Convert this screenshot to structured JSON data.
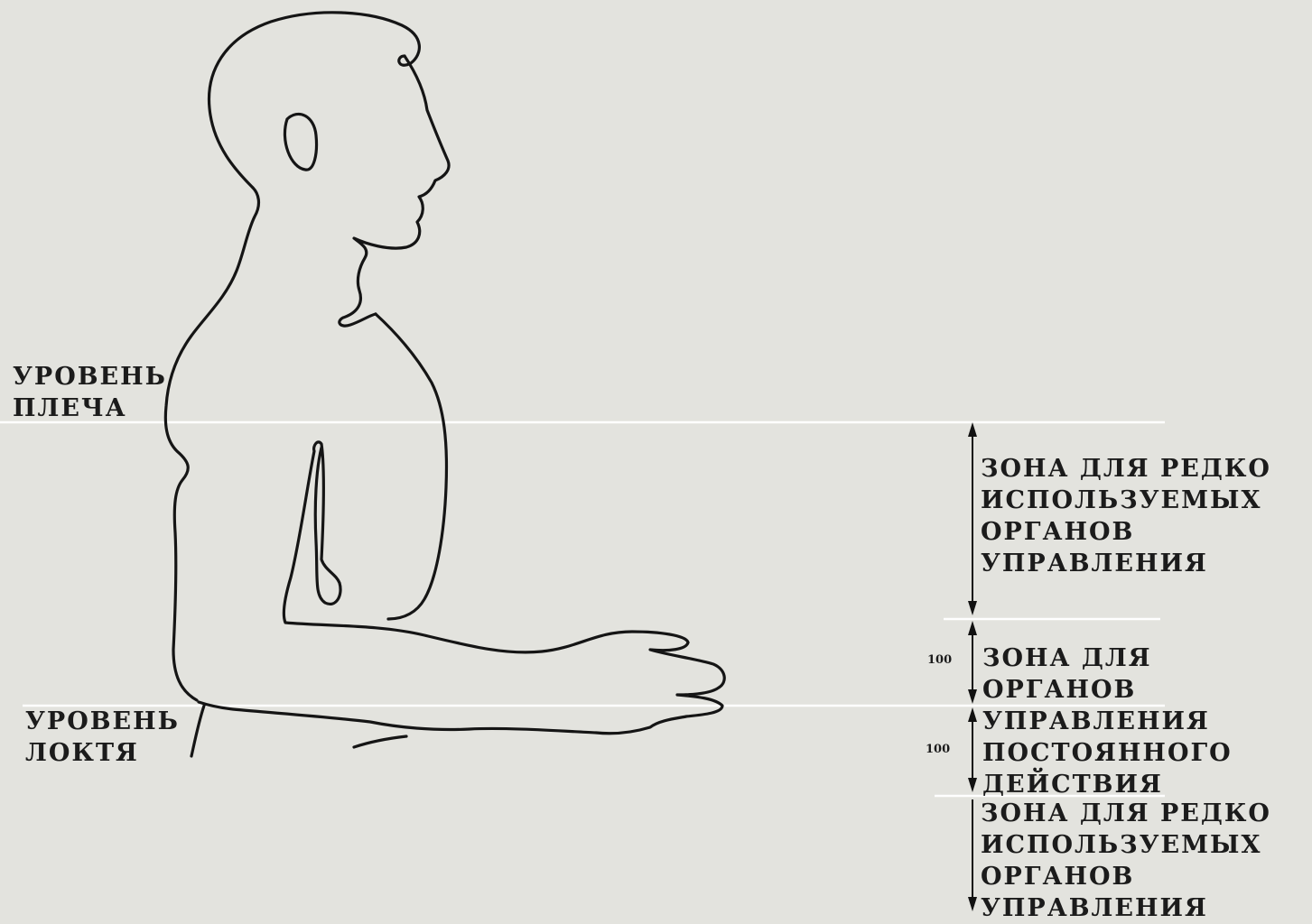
{
  "levels": {
    "shoulder": "УРОВЕНЬ\nПЛЕЧА",
    "elbow": "УРОВЕНЬ\nЛОКТЯ"
  },
  "zones": {
    "upper": "ЗОНА ДЛЯ РЕДКО\nИСПОЛЬЗУЕМЫХ\nОРГАНОВ\nУПРАВЛЕНИЯ",
    "middle": "ЗОНА ДЛЯ ОРГАНОВ\nУПРАВЛЕНИЯ\nПОСТОЯННОГО\nДЕЙСТВИЯ",
    "lower": "ЗОНА ДЛЯ РЕДКО\nИСПОЛЬЗУЕМЫХ\nОРГАНОВ\nУПРАВЛЕНИЯ"
  },
  "dimensions": {
    "above_elbow": "100",
    "below_elbow": "100"
  },
  "colors": {
    "background": "#e3e3de",
    "level_lines": "#ffffff",
    "ink": "#151515"
  }
}
